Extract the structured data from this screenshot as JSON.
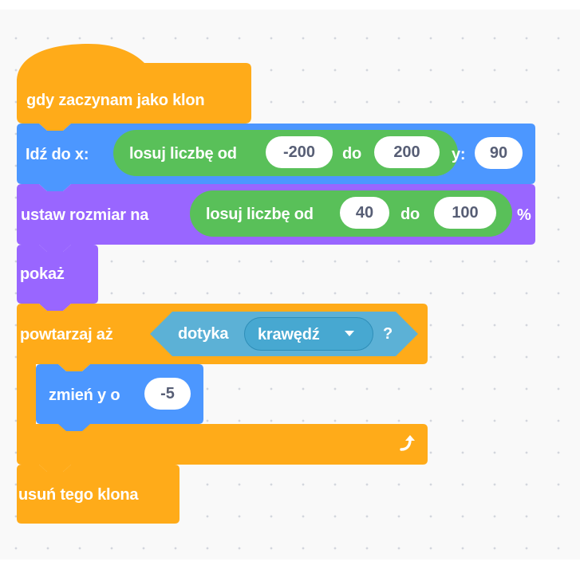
{
  "blocks": {
    "hat": {
      "label": "gdy zaczynam jako klon"
    },
    "goto": {
      "label_start": "Idź do x:",
      "random_label": "losuj liczbę od",
      "from": "-200",
      "to_label": "do",
      "to": "200",
      "y_label": "y:",
      "y": "90"
    },
    "size": {
      "label_start": "ustaw rozmiar na",
      "random_label": "losuj liczbę od",
      "from": "40",
      "to_label": "do",
      "to": "100",
      "percent": "%"
    },
    "show": {
      "label": "pokaż"
    },
    "repeat": {
      "label": "powtarzaj aż",
      "sensor_label": "dotyka",
      "dropdown_value": "krawędź",
      "question": "?"
    },
    "change_y": {
      "label": "zmień y o",
      "value": "-5"
    },
    "delete_clone": {
      "label": "usuń tego klona"
    }
  },
  "colors": {
    "control": "#ffab19",
    "motion": "#4c97ff",
    "looks": "#9966ff",
    "operators": "#59c059",
    "sensing": "#5cb1d6",
    "sensing_dark": "#47a8d1",
    "input_text": "#575e75"
  },
  "icons": {
    "dropdown": "triangle-down-icon",
    "repeat_arrow": "loop-arrow-icon"
  }
}
